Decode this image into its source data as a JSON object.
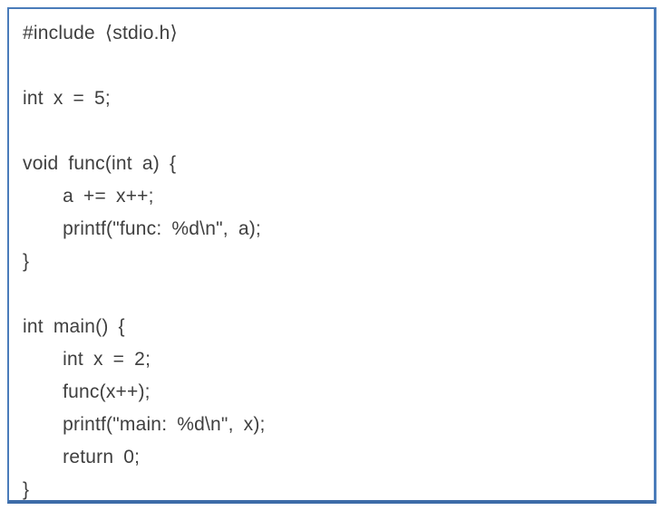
{
  "page": {
    "background_color": "#ffffff"
  },
  "code_block": {
    "border_color": "#4a7cba",
    "border_bottom_color": "#3e6ca8",
    "text_color": "#3f3f3f",
    "language": "c",
    "lines": [
      "#include ⟨stdio.h⟩",
      "",
      "int x = 5;",
      "",
      "void func(int a) {",
      "    a += x++;",
      "    printf(\"func: %d\\n\", a);",
      "}",
      "",
      "int main() {",
      "    int x = 2;",
      "    func(x++);",
      "    printf(\"main: %d\\n\", x);",
      "    return 0;",
      "}"
    ]
  }
}
